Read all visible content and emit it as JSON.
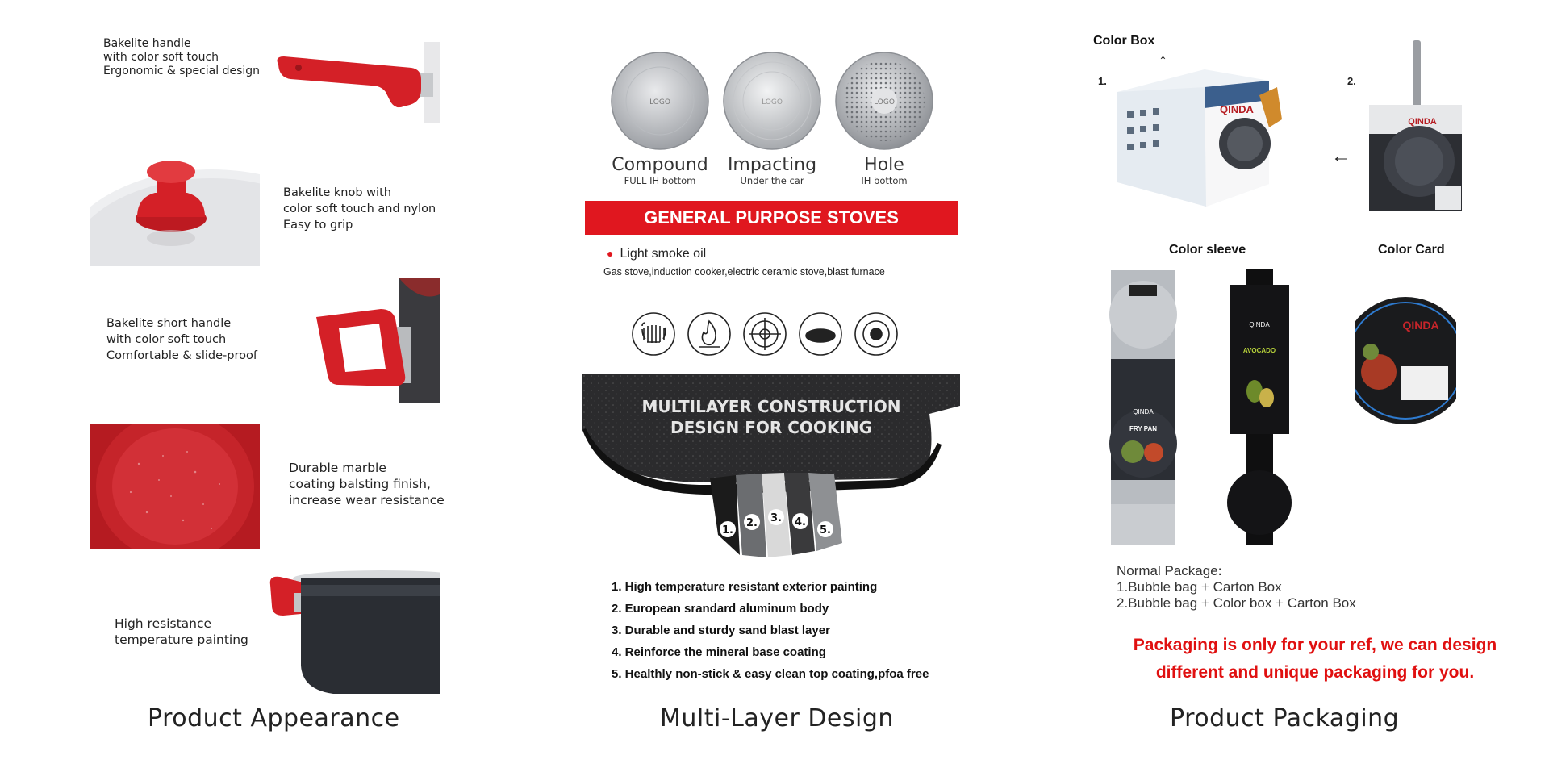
{
  "appearance": {
    "title": "Product Appearance",
    "features": [
      {
        "lines": [
          "Bakelite handle",
          "with color soft touch",
          "Ergonomic & special design"
        ]
      },
      {
        "lines": [
          "Bakelite knob with",
          "color soft touch and nylon",
          "Easy to grip"
        ]
      },
      {
        "lines": [
          "Bakelite short handle",
          "with color soft touch",
          "Comfortable & slide-proof"
        ]
      },
      {
        "lines": [
          "Durable marble",
          "coating balsting finish,",
          "increase wear resistance"
        ]
      },
      {
        "lines": [
          "High resistance",
          "temperature painting"
        ]
      }
    ]
  },
  "multilayer": {
    "title": "Multi-Layer Design",
    "bases": [
      {
        "name": "Compound",
        "sub": "FULL IH bottom",
        "logo": "LOGO"
      },
      {
        "name": "Impacting",
        "sub": "Under the car",
        "logo": "LOGO"
      },
      {
        "name": "Hole",
        "sub": "IH bottom",
        "logo": "LOGO"
      }
    ],
    "banner": "GENERAL PURPOSE STOVES",
    "bullet": "Light smoke oil",
    "stoves": "Gas stove,induction cooker,electric ceramic stove,blast furnace",
    "construction_line1": "MULTILAYER CONSTRUCTION",
    "construction_line2": "DESIGN FOR COOKING",
    "layer_numbers": [
      "1.",
      "2.",
      "3.",
      "4.",
      "5."
    ],
    "layers": [
      "1. High temperature resistant exterior painting",
      "2. European srandard aluminum body",
      "3. Durable and sturdy sand blast layer",
      "4. Reinforce the mineral base coating",
      "5. Healthly non-stick & easy clean top coating,pfoa free"
    ]
  },
  "packaging": {
    "title": "Product Packaging",
    "color_box": "Color Box",
    "num1": "1.",
    "num2": "2.",
    "color_sleeve": "Color sleeve",
    "color_card": "Color Card",
    "brand": "QINDA",
    "sleeve_label1": "FRY PAN",
    "sleeve_label2": "AVOCADO",
    "normal_package": "Normal Package",
    "normal_colon": ":",
    "option1": "1.Bubble bag + Carton Box",
    "option2": "2.Bubble bag + Color box + Carton Box",
    "note_line1": "Packaging is only for your ref, we can design",
    "note_line2": "different and unique packaging for you."
  },
  "colors": {
    "accent_red": "#e0171f",
    "note_red": "#e01010",
    "pan_dark": "#2a2d33"
  }
}
